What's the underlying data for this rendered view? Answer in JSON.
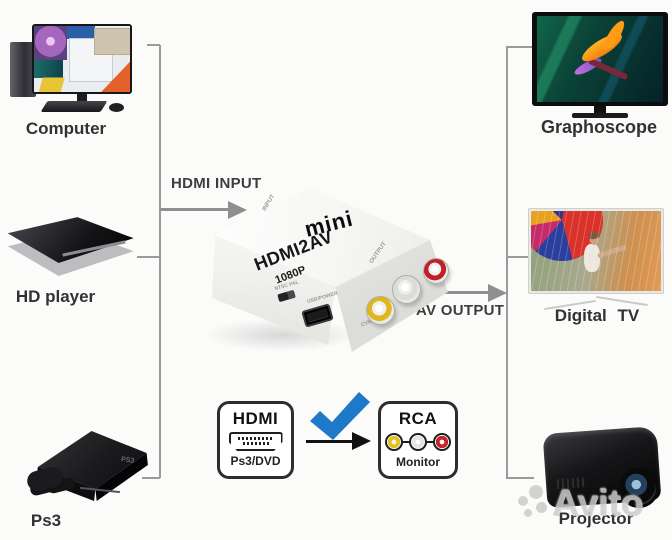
{
  "devices": {
    "computer": {
      "label": "Computer"
    },
    "hd_player": {
      "label": "HD player"
    },
    "ps3": {
      "label": "Ps3"
    },
    "graphoscope": {
      "label": "Graphoscope"
    },
    "digital_tv": {
      "label": "Digital TV"
    },
    "projector": {
      "label": "Projector"
    }
  },
  "flow": {
    "input_label": "HDMI INPUT",
    "output_label": "AV OUTPUT"
  },
  "converter": {
    "brand": "mini",
    "model": "HDMI2AV",
    "resolution": "1080P",
    "input_port_label": "INPUT",
    "output_port_label": "OUTPUT",
    "switch_label": "NTSC PAL",
    "usb_label": "USB/POWER",
    "cvbs_label": "CVBS"
  },
  "badges": {
    "hdmi": {
      "title": "HDMI",
      "subtitle": "Ps3/DVD"
    },
    "rca": {
      "title": "RCA",
      "subtitle": "Monitor"
    }
  },
  "watermark": {
    "text": "Avito"
  },
  "colors": {
    "check_blue": "#1e79c8",
    "rca_yellow": "#e3b81f",
    "rca_red": "#c5252b",
    "rca_white": "#e4e4e0",
    "arrow_gray": "#8f8f8f",
    "line_gray": "#9a9a9a"
  }
}
